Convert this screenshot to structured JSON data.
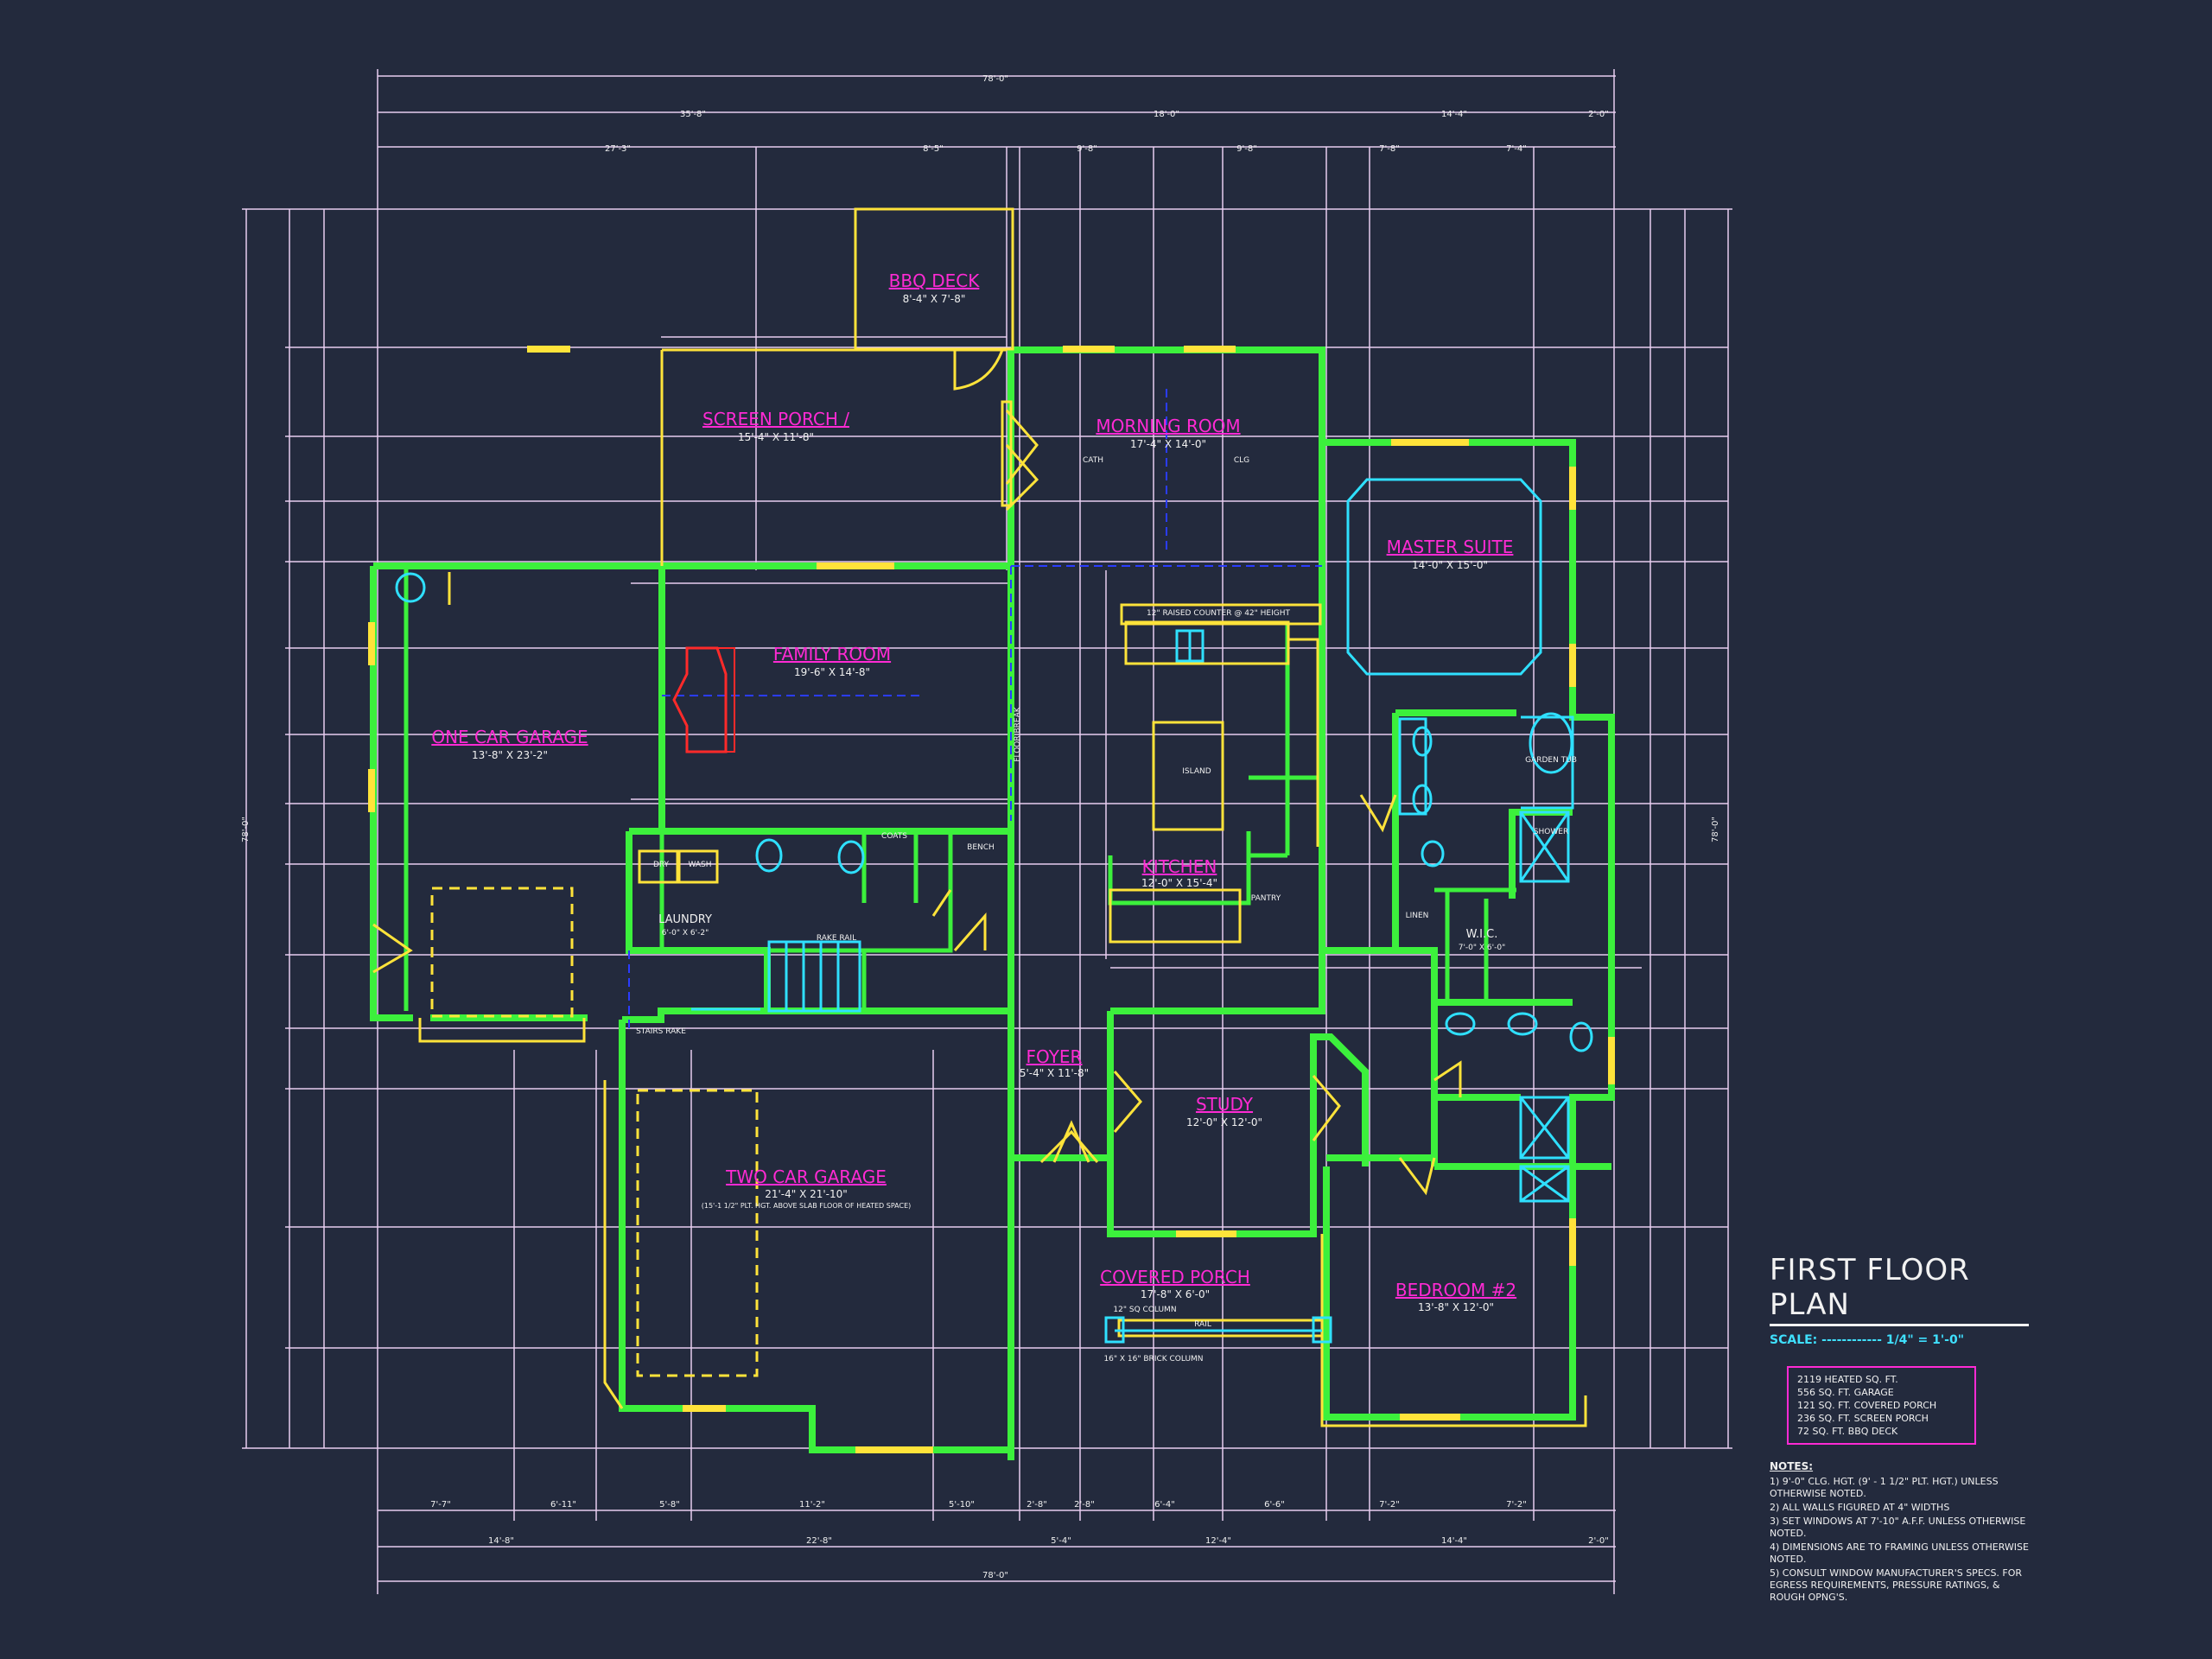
{
  "plan_title": "FIRST FLOOR PLAN",
  "scale": "SCALE: ------------ 1/4\" = 1'-0\"",
  "area_summary": [
    "2119 HEATED SQ. FT.",
    "556 SQ. FT. GARAGE",
    "121 SQ. FT. COVERED PORCH",
    "236 SQ. FT. SCREEN PORCH",
    "72 SQ. FT. BBQ DECK"
  ],
  "notes_heading": "NOTES:",
  "notes": [
    "1) 9'-0\" CLG. HGT. (9' - 1 1/2\" PLT. HGT.) UNLESS OTHERWISE NOTED.",
    "2) ALL WALLS FIGURED AT 4\" WIDTHS",
    "3) SET WINDOWS AT 7'-10\" A.F.F. UNLESS OTHERWISE NOTED.",
    "4) DIMENSIONS ARE TO FRAMING UNLESS OTHERWISE NOTED.",
    "5) CONSULT WINDOW MANUFACTURER'S SPECS. FOR EGRESS REQUIREMENTS, PRESSURE RATINGS, & ROUGH OPNG'S."
  ],
  "rooms": [
    {
      "id": "bbq",
      "name": "BBQ DECK",
      "size": "8'-4\" X 7'-8\""
    },
    {
      "id": "screen",
      "name": "SCREEN PORCH /",
      "size": "15'-4\" X 11'-8\""
    },
    {
      "id": "morning",
      "name": "MORNING ROOM",
      "size": "17'-4\" X 14'-0\""
    },
    {
      "id": "master",
      "name": "MASTER SUITE",
      "size": "14'-0\" X 15'-0\""
    },
    {
      "id": "family",
      "name": "FAMILY ROOM",
      "size": "19'-6\" X 14'-8\""
    },
    {
      "id": "onegarage",
      "name": "ONE CAR GARAGE",
      "size": "13'-8\" X 23'-2\""
    },
    {
      "id": "kitchen",
      "name": "KITCHEN",
      "size": "12'-0\" X 15'-4\""
    },
    {
      "id": "foyer",
      "name": "FOYER",
      "size": "5'-4\" X 11'-8\""
    },
    {
      "id": "study",
      "name": "STUDY",
      "size": "12'-0\" X 12'-0\""
    },
    {
      "id": "twogarage",
      "name": "TWO CAR GARAGE",
      "size": "21'-4\" X 21'-10\""
    },
    {
      "id": "porch",
      "name": "COVERED PORCH",
      "size": "17'-8\" X 6'-0\""
    },
    {
      "id": "bed2",
      "name": "BEDROOM #2",
      "size": "13'-8\" X 12'-0\""
    }
  ],
  "small_labels": {
    "laundry": "LAUNDRY",
    "laundry_size": "6'-0\" X 6'-2\"",
    "wic": "W.I.C.",
    "wic_size": "7'-0\" X 6'-0\"",
    "pantry": "PANTRY",
    "linen": "LINEN",
    "dry": "DRY",
    "wash": "WASH",
    "coats": "COATS",
    "bench": "BENCH",
    "garden_tub": "GARDEN TUB",
    "shower": "SHOWER",
    "island": "ISLAND",
    "raised_counter": "12\" RAISED COUNTER @ 42\" HEIGHT",
    "screen_note": "(15'-1 1/2\" PLT. HGT. ABOVE SLAB FLOOR OF HEATED SPACE)",
    "column": "12\" SQ COLUMN",
    "brick": "16\" X 16\" BRICK COLUMN",
    "rail": "RAIL",
    "rake_rail": "RAKE RAIL",
    "stairs_rake": "STAIRS RAKE",
    "cath": "CATH",
    "clg": "CLG",
    "floor_break": "FLOOR BREAK"
  },
  "dimensions": {
    "overall": "78'-0\"",
    "top_row1": [
      "35'-8\"",
      "18'-0\"",
      "14'-4\"",
      "2'-0\""
    ],
    "top_row2": [
      "27'-3\"",
      "8'-5\"",
      "9'-8\"",
      "9'-8\"",
      "7'-8\"",
      "7'-4\""
    ],
    "bottom_row1": [
      "7'-7\"",
      "6'-11\"",
      "5'-8\"",
      "11'-2\"",
      "5'-10\"",
      "2'-8\"",
      "2'-8\"",
      "6'-4\"",
      "6'-6\"",
      "7'-2\"",
      "7'-2\""
    ],
    "bottom_row2": [
      "14'-8\"",
      "22'-8\"",
      "5'-4\"",
      "12'-4\"",
      "14'-4\"",
      "2'-0\""
    ],
    "left_overall": "78'-0\"",
    "right_overall": "78'-0\""
  },
  "colors": {
    "background": "#232a3d",
    "wall": "#3cf03c",
    "yellow": "#ffe33a",
    "magenta": "#ff2ad4",
    "cyan": "#2fe0ff",
    "blue": "#2a3cff",
    "dim": "#e6e6e6",
    "dimline": "#e8cdf0",
    "red": "#ff2a2a"
  }
}
